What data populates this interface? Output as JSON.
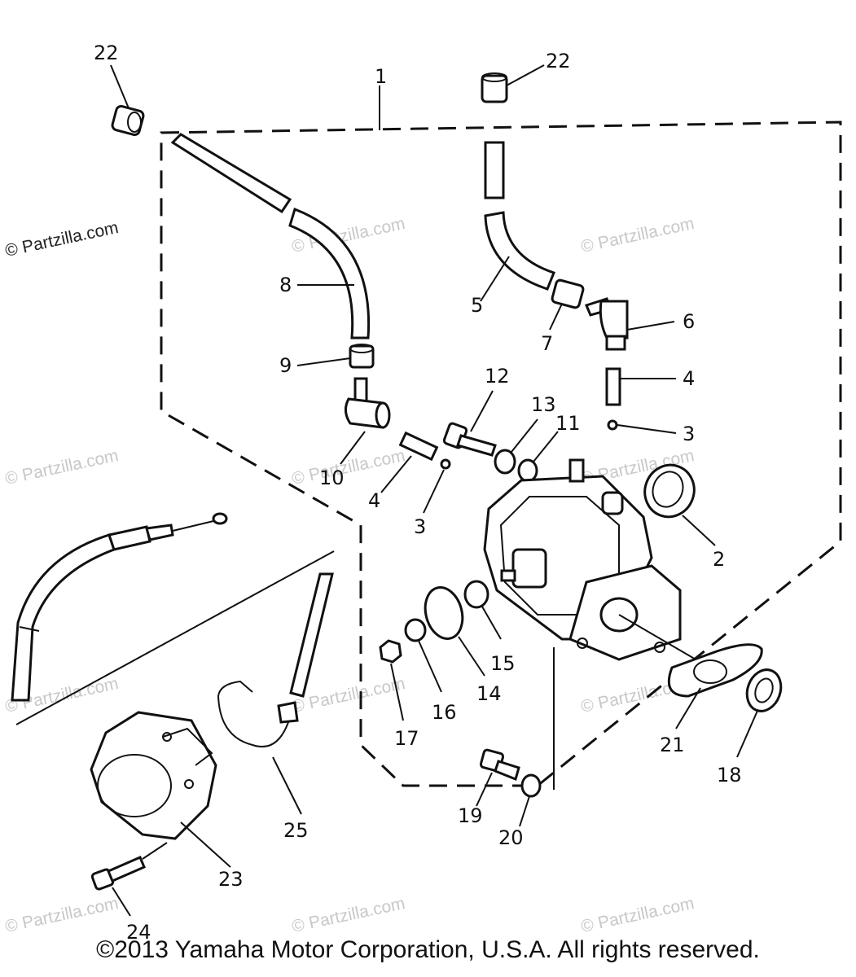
{
  "callouts": {
    "c22a": "22",
    "c22b": "22",
    "c1": "1",
    "c8": "8",
    "c9": "9",
    "c10": "10",
    "c5": "5",
    "c7": "7",
    "c6": "6",
    "c4a": "4",
    "c3a": "3",
    "c12": "12",
    "c13": "13",
    "c11": "11",
    "c4b": "4",
    "c3b": "3",
    "c2": "2",
    "c15": "15",
    "c14": "14",
    "c16": "16",
    "c17": "17",
    "c21": "21",
    "c18": "18",
    "c19": "19",
    "c20": "20",
    "c25": "25",
    "c23": "23",
    "c24": "24"
  },
  "watermark": "© Partzilla.com",
  "copyright": "©2013 Yamaha Motor Corporation, U.S.A. All rights reserved."
}
